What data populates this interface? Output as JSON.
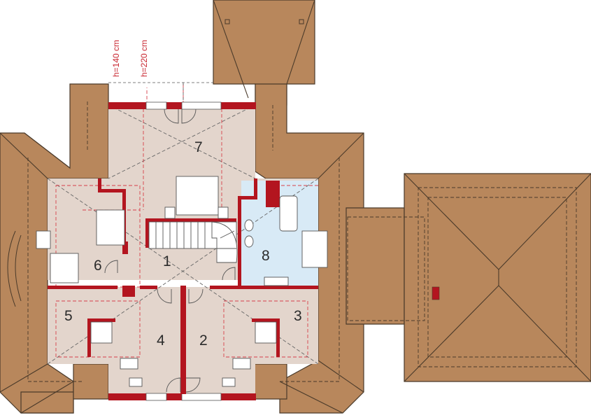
{
  "plan": {
    "window_labels": [
      "h=140 cm",
      "h=220 cm"
    ],
    "rooms": [
      {
        "id": "1",
        "label": "1"
      },
      {
        "id": "2",
        "label": "2"
      },
      {
        "id": "3",
        "label": "3"
      },
      {
        "id": "4",
        "label": "4"
      },
      {
        "id": "5",
        "label": "5"
      },
      {
        "id": "6",
        "label": "6"
      },
      {
        "id": "7",
        "label": "7"
      },
      {
        "id": "8",
        "label": "8"
      }
    ]
  },
  "colors": {
    "roof": "#b8875c",
    "floor": "#e3d5cc",
    "bathroom_floor": "#d8eaf6",
    "walls": "#b3151f",
    "dimension_text": "#c8252f"
  }
}
